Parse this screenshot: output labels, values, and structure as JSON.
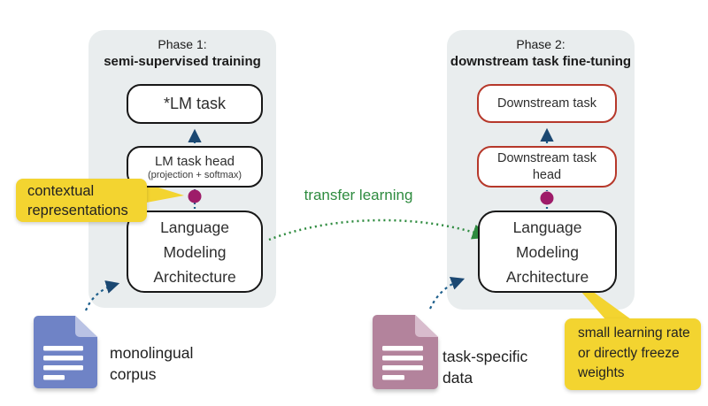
{
  "colors": {
    "panel_bg": "#e9edee",
    "yellow_callout": "#f3d430",
    "purple_dot": "#9e1c69",
    "red_border": "#b6382a",
    "blue_arrow": "#1e5f8c",
    "blue_arrow_head": "#1b4872",
    "green_arrow": "#2e8b3f",
    "blue_doc": "#6f83c6",
    "blue_doc_fold": "#b9c2e4",
    "purple_doc": "#b3839c",
    "purple_doc_fold": "#d8bccd"
  },
  "phase1": {
    "title_line1": "Phase 1:",
    "title_line2": "semi-supervised training",
    "lm_task_box": "*LM task",
    "lm_task_head_box": "LM task head",
    "lm_task_head_sub": "(projection + softmax)",
    "architecture_box": "Language\nModeling\nArchitecture",
    "callout": "contextual\nrepresentations",
    "doc_label": "monolingual\ncorpus"
  },
  "phase2": {
    "title_line1": "Phase 2:",
    "title_line2": "downstream task fine-tuning",
    "downstream_task_box": "Downstream task",
    "downstream_task_head_box": "Downstream task\nhead",
    "architecture_box": "Language\nModeling\nArchitecture",
    "callout": "small learning rate\nor directly freeze\nweights",
    "doc_label": "task-specific\ndata"
  },
  "transfer_label": "transfer learning"
}
